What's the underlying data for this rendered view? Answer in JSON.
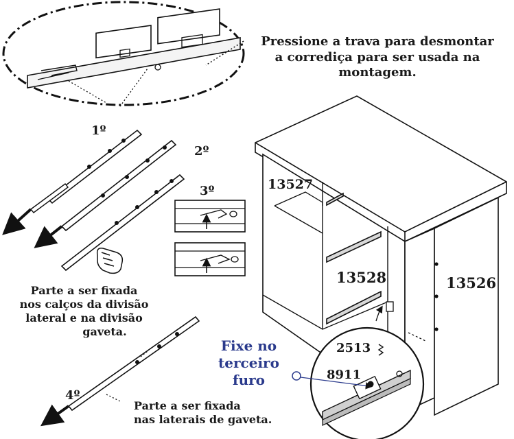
{
  "callout_top": {
    "line1": "Pressione a trava para desmontar",
    "line2": "a corrediça para ser usada na",
    "line3": "montagem."
  },
  "steps": {
    "step1": "1º",
    "step2": "2º",
    "step3": "3º",
    "step4": "4º"
  },
  "part_codes": {
    "left_panel": "13527",
    "middle_panel": "13528",
    "right_panel": "13526",
    "screw": "2513",
    "fitting": "8911"
  },
  "notes": {
    "division": {
      "line1": "Parte a ser fixada",
      "line2": "nos calços da divisão",
      "line3": "lateral e na divisão",
      "line4": "gaveta."
    },
    "drawer_sides": {
      "line1": "Parte a ser fixada",
      "line2": "nas laterais de gaveta."
    },
    "third_hole": {
      "line1": "Fixe no",
      "line2": "terceiro furo"
    }
  },
  "colors": {
    "ink": "#1a1a1a",
    "accent_blue": "#2a3a8c"
  }
}
